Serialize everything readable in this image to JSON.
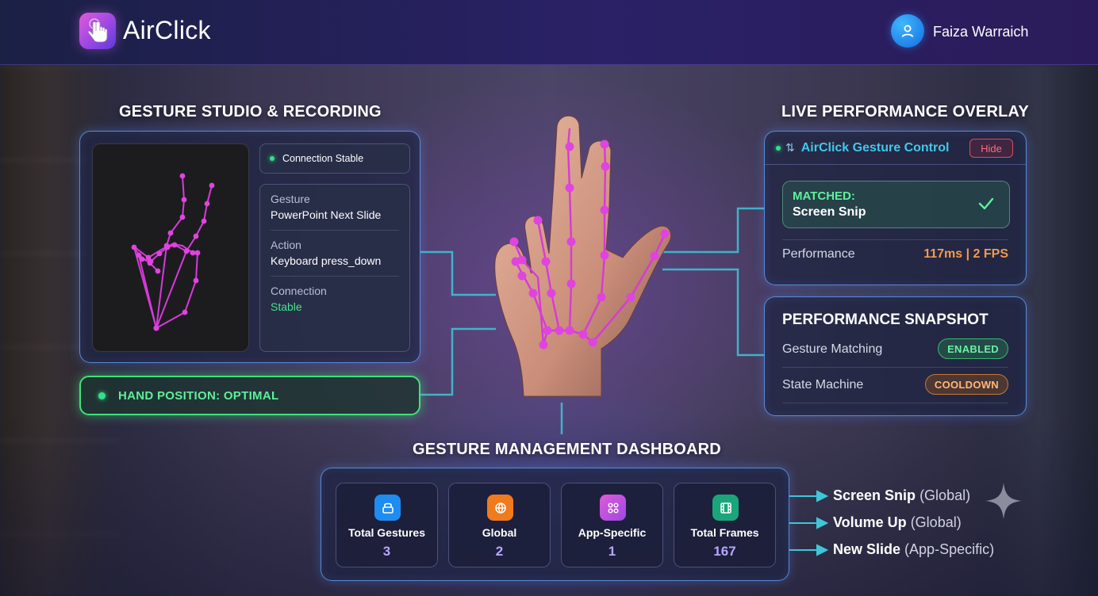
{
  "header": {
    "app_name": "AirClick",
    "user_name": "Faiza Warraich"
  },
  "gesture_studio": {
    "title": "GESTURE STUDIO & RECORDING",
    "connection_chip": "Connection Stable",
    "rows": [
      {
        "label": "Gesture",
        "value": "PowerPoint Next Slide"
      },
      {
        "label": "Action",
        "value": "Keyboard press_down"
      },
      {
        "label": "Connection",
        "value": "Stable"
      }
    ],
    "hand_position": "HAND POSITION: OPTIMAL"
  },
  "live_overlay": {
    "title": "LIVE PERFORMANCE OVERLAY",
    "panel_title": "AirClick Gesture Control",
    "hide_label": "Hide",
    "matched_label": "MATCHED:",
    "matched_value": "Screen Snip",
    "performance_label": "Performance",
    "performance_value": "117ms | 2 FPS"
  },
  "performance_snapshot": {
    "title": "PERFORMANCE SNAPSHOT",
    "rows": [
      {
        "label": "Gesture Matching",
        "status": "ENABLED"
      },
      {
        "label": "State Machine",
        "status": "COOLDOWN"
      }
    ]
  },
  "dashboard": {
    "title": "GESTURE MANAGEMENT DASHBOARD",
    "cards": [
      {
        "label": "Total Gestures",
        "value": "3",
        "icon": "stack-icon",
        "color": "#1e8cf0"
      },
      {
        "label": "Global",
        "value": "2",
        "icon": "globe-icon",
        "color": "#f07a1e"
      },
      {
        "label": "App-Specific",
        "value": "1",
        "icon": "grid-apps-icon",
        "color": "#c24be0"
      },
      {
        "label": "Total Frames",
        "value": "167",
        "icon": "film-frames-icon",
        "color": "#1aa57a"
      }
    ],
    "gesture_list": [
      {
        "name": "Screen Snip",
        "scope": "(Global)"
      },
      {
        "name": "Volume Up",
        "scope": "(Global)"
      },
      {
        "name": "New Slide",
        "scope": "(App-Specific)"
      }
    ]
  },
  "colors": {
    "accent_blue": "#41c7ea",
    "success_green": "#3fe27a",
    "warning_orange": "#f29a4e",
    "landmark_magenta": "#d63ad8"
  }
}
